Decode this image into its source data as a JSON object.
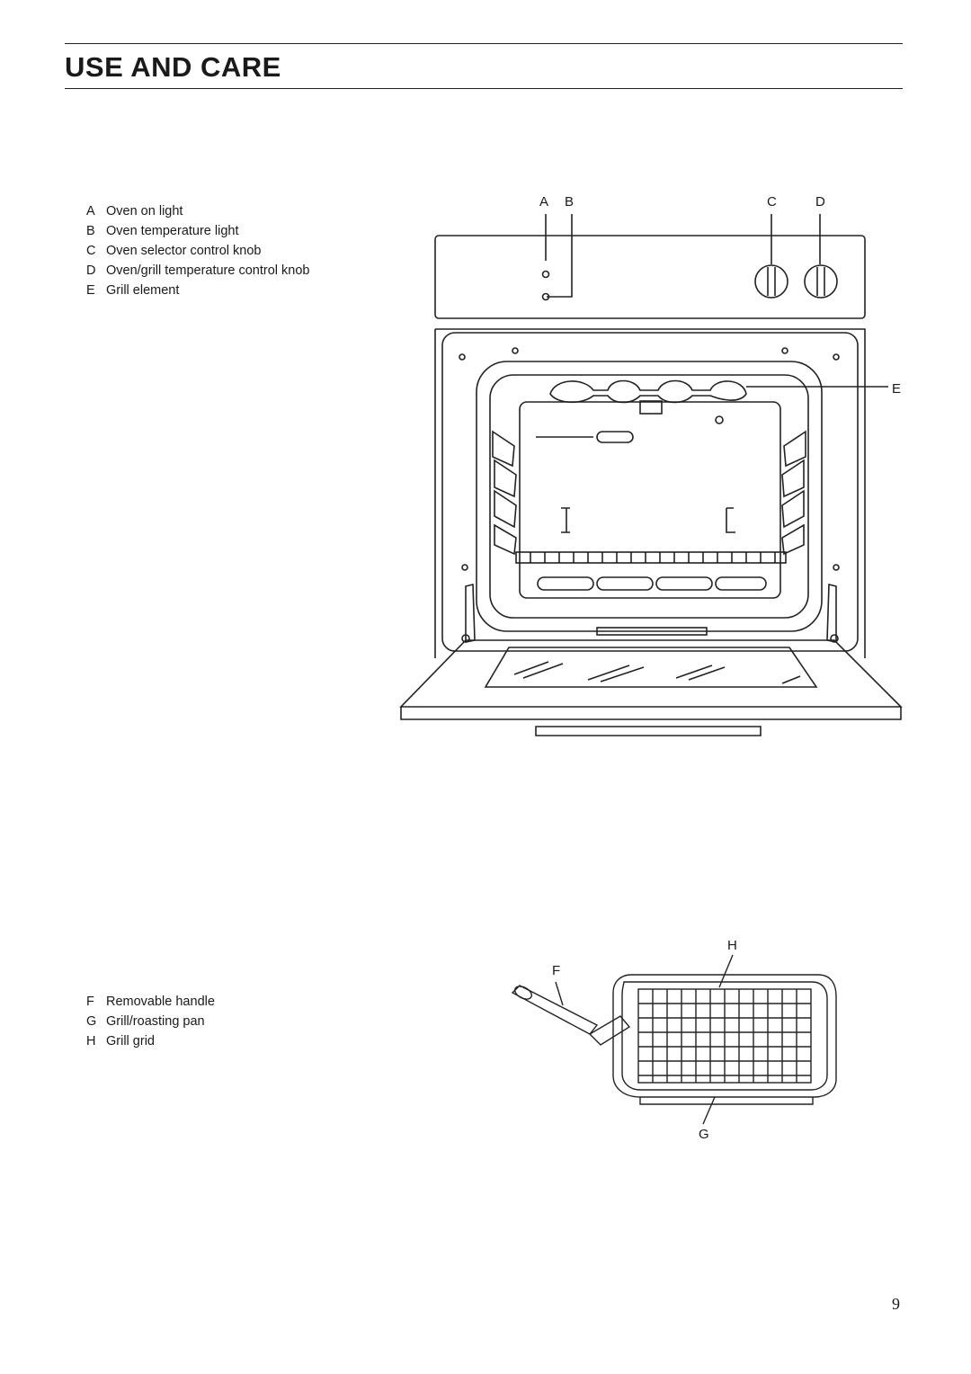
{
  "header": {
    "title": "USE AND CARE"
  },
  "oven_legend": [
    {
      "key": "A",
      "text": "Oven on light"
    },
    {
      "key": "B",
      "text": "Oven temperature light"
    },
    {
      "key": "C",
      "text": "Oven selector control knob"
    },
    {
      "key": "D",
      "text": "Oven/grill temperature control knob"
    },
    {
      "key": "E",
      "text": "Grill element"
    }
  ],
  "pan_legend": [
    {
      "key": "F",
      "text": "Removable handle"
    },
    {
      "key": "G",
      "text": "Grill/roasting pan"
    },
    {
      "key": "H",
      "text": "Grill grid"
    }
  ],
  "callouts": {
    "a": "A",
    "b": "B",
    "c": "C",
    "d": "D",
    "e": "E",
    "f": "F",
    "g": "G",
    "h": "H"
  },
  "footer": {
    "page_number": "9"
  }
}
